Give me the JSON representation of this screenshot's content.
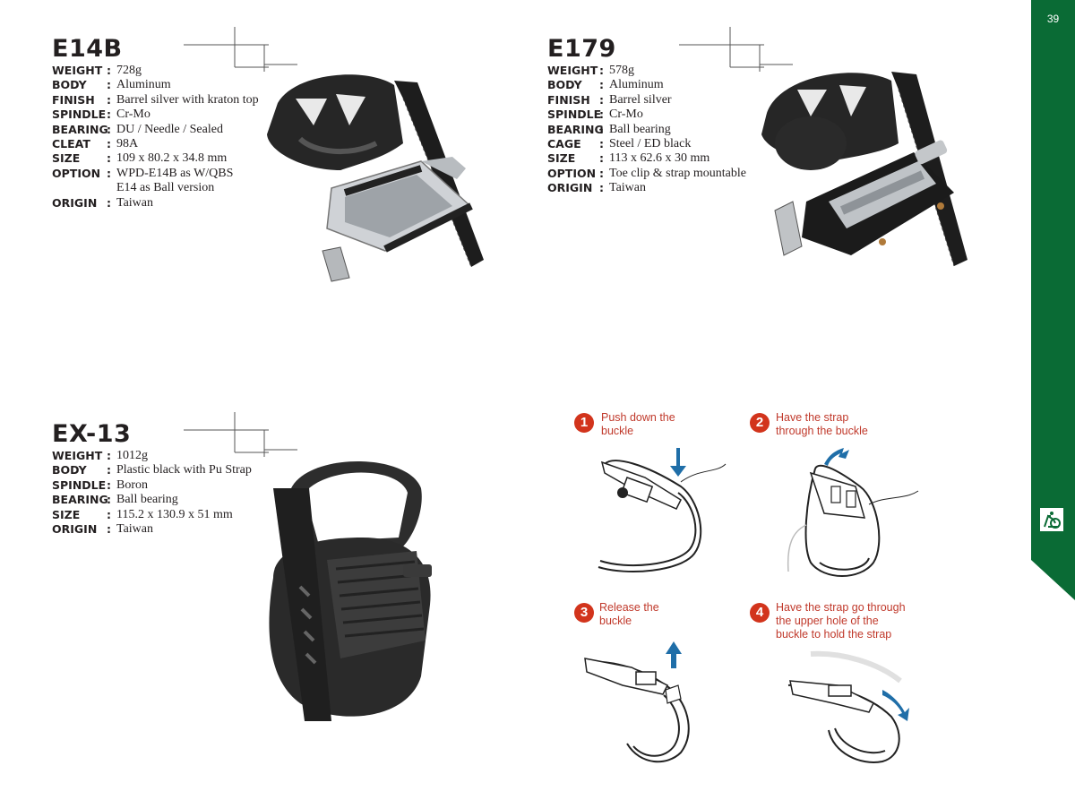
{
  "page_number": "39",
  "colors": {
    "tab_green": "#0a6b35",
    "step_red": "#d2341c",
    "arrow_blue": "#1f6ea8"
  },
  "products": [
    {
      "model": "E14B",
      "specs": [
        {
          "label": "WEIGHT",
          "value": "728g"
        },
        {
          "label": "BODY",
          "value": "Aluminum"
        },
        {
          "label": "FINISH",
          "value": "Barrel silver with kraton top"
        },
        {
          "label": "SPINDLE",
          "value": "Cr-Mo"
        },
        {
          "label": "BEARING",
          "value": "DU / Needle / Sealed"
        },
        {
          "label": "CLEAT",
          "value": "98A"
        },
        {
          "label": "SIZE",
          "value": "109 x 80.2 x 34.8 mm"
        },
        {
          "label": "OPTION",
          "value": "WPD-E14B as W/QBS"
        },
        {
          "label": "",
          "value": "E14 as Ball version"
        },
        {
          "label": "ORIGIN",
          "value": "Taiwan"
        }
      ]
    },
    {
      "model": "E179",
      "specs": [
        {
          "label": "WEIGHT",
          "value": "578g"
        },
        {
          "label": "BODY",
          "value": "Aluminum"
        },
        {
          "label": "FINISH",
          "value": "Barrel silver"
        },
        {
          "label": "SPINDLE",
          "value": "Cr-Mo"
        },
        {
          "label": "BEARING",
          "value": "Ball bearing"
        },
        {
          "label": "CAGE",
          "value": "Steel / ED black"
        },
        {
          "label": "SIZE",
          "value": "113 x 62.6 x 30 mm"
        },
        {
          "label": "OPTION",
          "value": "Toe clip & strap mountable"
        },
        {
          "label": "ORIGIN",
          "value": "Taiwan"
        }
      ]
    },
    {
      "model": "EX-13",
      "specs": [
        {
          "label": "WEIGHT",
          "value": "1012g"
        },
        {
          "label": "BODY",
          "value": "Plastic black with Pu Strap"
        },
        {
          "label": "SPINDLE",
          "value": "Boron"
        },
        {
          "label": "BEARING",
          "value": "Ball bearing"
        },
        {
          "label": "SIZE",
          "value": "115.2 x 130.9 x 51 mm"
        },
        {
          "label": "ORIGIN",
          "value": "Taiwan"
        }
      ]
    }
  ],
  "steps": [
    {
      "num": "1",
      "text": "Push down the\nbuckle"
    },
    {
      "num": "2",
      "text": "Have the strap\nthrough the buckle"
    },
    {
      "num": "3",
      "text": "Release the\nbuckle"
    },
    {
      "num": "4",
      "text": "Have the strap go through\nthe upper hole of the\nbuckle to hold the strap"
    }
  ]
}
